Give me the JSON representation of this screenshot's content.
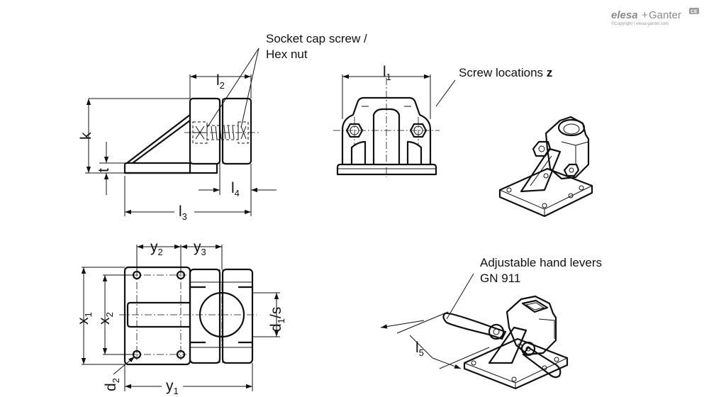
{
  "brand": {
    "elesa": "elesa",
    "plus": "+",
    "ganter": "Ganter",
    "copyright": "©Copyright | elesa-ganter.com",
    "badge": "CE"
  },
  "callouts": {
    "screw_line1": "Socket cap screw /",
    "screw_line2": "Hex nut",
    "screw_locations": "Screw locations",
    "screw_locations_var": "z",
    "levers_line1": "Adjustable hand levers",
    "levers_line2": "GN 911"
  },
  "dimensions": {
    "l2": {
      "main": "l",
      "sub": "2"
    },
    "k": {
      "main": "k"
    },
    "t": {
      "main": "t"
    },
    "l4": {
      "main": "l",
      "sub": "4"
    },
    "l3": {
      "main": "l",
      "sub": "3"
    },
    "l1": {
      "main": "l",
      "sub": "1"
    },
    "y2": {
      "main": "y",
      "sub": "2"
    },
    "y3": {
      "main": "y",
      "sub": "3"
    },
    "x1": {
      "main": "x",
      "sub": "1"
    },
    "x2": {
      "main": "x",
      "sub": "2"
    },
    "d1s": {
      "main": "d",
      "sub": "1",
      "suffix": "/s"
    },
    "d2": {
      "main": "d",
      "sub": "2"
    },
    "y1": {
      "main": "y",
      "sub": "1"
    },
    "l5": {
      "main": "l",
      "sub": "5"
    }
  }
}
